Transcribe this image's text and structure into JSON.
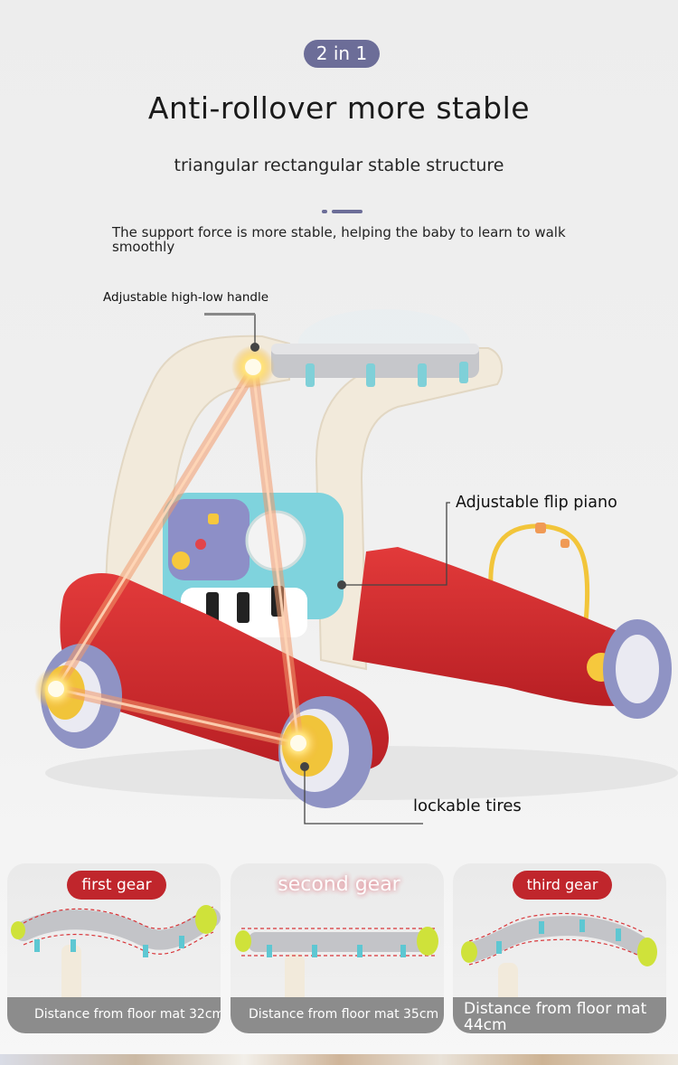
{
  "header": {
    "badge": "2 in 1",
    "title": "Anti-rollover more stable",
    "subtitle": "triangular rectangular stable structure",
    "description": "The support force is more stable, helping the baby to learn to walk smoothly"
  },
  "callouts": {
    "handle": "Adjustable high-low handle",
    "piano": "Adjustable flip piano",
    "tires": "lockable tires"
  },
  "gears": [
    {
      "label": "first gear",
      "caption": "Distance from floor mat 32cm"
    },
    {
      "label": "second gear",
      "caption": "Distance from floor mat 35cm"
    },
    {
      "label": "third gear",
      "caption": "Distance from floor mat 44cm"
    }
  ],
  "colors": {
    "accent": "#6c6d98",
    "gear_pill": "#c0262c",
    "frame_red": "#d42a2e",
    "frame_cream": "#f2eadb",
    "wheel_purple": "#8f93c4",
    "hub_yellow": "#f1c43a",
    "light_orange": "#f39a6b"
  }
}
